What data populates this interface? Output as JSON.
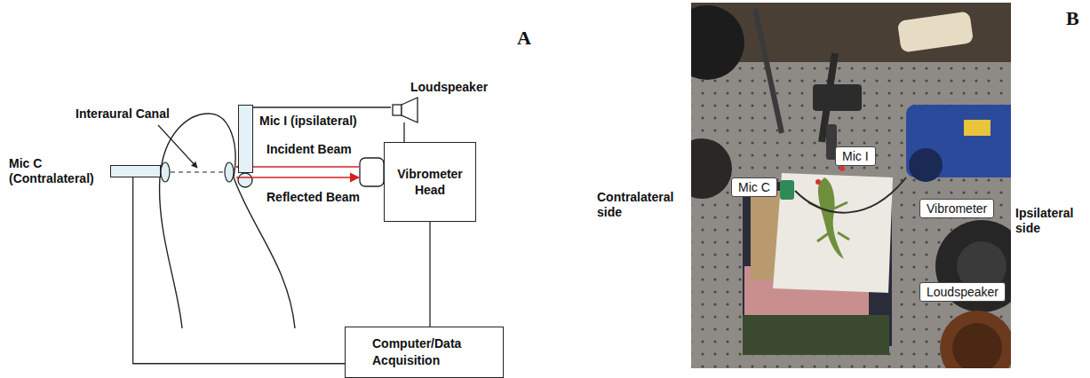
{
  "diagram": {
    "nodes": [
      {
        "text": [
          "Mic C (Contralateral)"
        ]
      },
      {
        "text": [
          "Mic I (ipsilateral)"
        ]
      },
      {
        "text": [
          "Loudspeaker"
        ]
      },
      {
        "text": [
          "Vibrometer Head"
        ]
      },
      {
        "text": [
          "Computer/Data Acquisition"
        ]
      },
      {
        "text": [
          "Mic I"
        ]
      },
      {
        "text": [
          "Mic C"
        ]
      },
      {
        "text": [
          "Vibrometer"
        ]
      },
      {
        "text": [
          "Loudspeaker"
        ]
      }
    ],
    "edges": [
      {
        "from": 0,
        "to": 4,
        "arrow": "none"
      },
      {
        "from": 1,
        "to": 2,
        "arrow": "none"
      },
      {
        "from": 2,
        "to": 3,
        "arrow": "none"
      },
      {
        "from": 3,
        "to": 4,
        "arrow": "none"
      }
    ],
    "labels": [
      "A",
      "B",
      "Interaural Canal",
      "Incident Beam",
      "Reflected Beam",
      "Contralateral side",
      "Ipsilateral side"
    ]
  }
}
